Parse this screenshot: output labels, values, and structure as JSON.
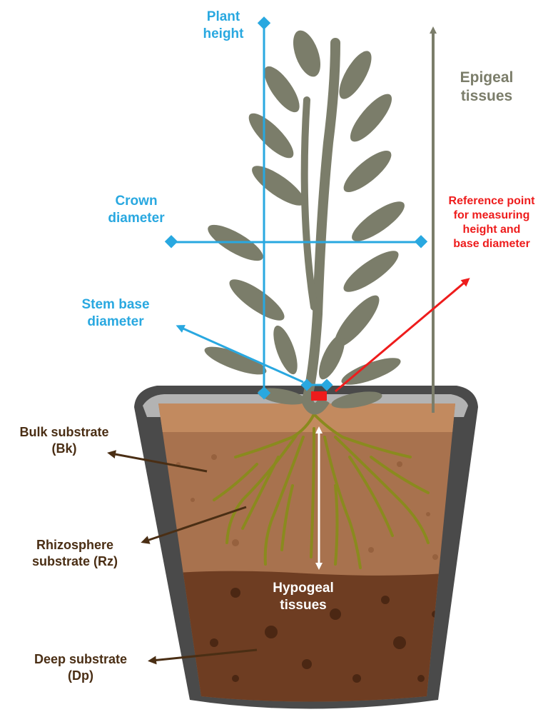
{
  "labels": {
    "plant_height": [
      "Plant",
      "height"
    ],
    "crown_diameter": [
      "Crown",
      "diameter"
    ],
    "stem_base_diameter": [
      "Stem base",
      "diameter"
    ],
    "epigeal_tissues": [
      "Epigeal",
      "tissues"
    ],
    "reference_point": [
      "Reference point",
      "for measuring",
      "height and",
      "base diameter"
    ],
    "bulk_substrate": [
      "Bulk substrate",
      "(Bk)"
    ],
    "rhizosphere_substrate": [
      "Rhizosphere",
      "substrate (Rz)"
    ],
    "deep_substrate": [
      "Deep substrate",
      "(Dp)"
    ],
    "hypogeal_tissues": [
      "Hypogeal",
      "tissues"
    ]
  },
  "colors": {
    "measure_blue": "#29a8e0",
    "epigeal_grey": "#7b7d6a",
    "reference_red": "#ee1c1c",
    "substrate_brown": "#4a2e14",
    "pot_dark": "#4a4a4a",
    "soil_upper": "#a8724e",
    "soil_deep": "#6e3d22",
    "leaf": "#7b7d6a",
    "roots": "#8a8a1e"
  }
}
